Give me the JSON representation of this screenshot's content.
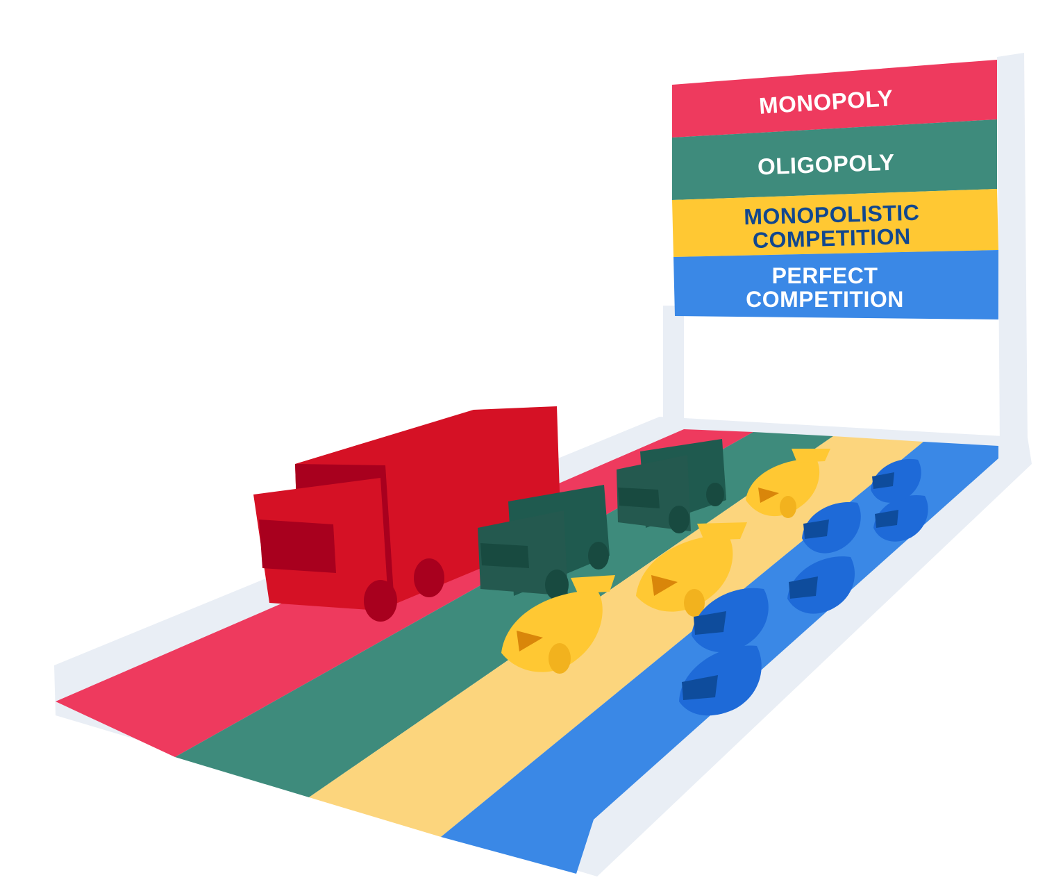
{
  "sign": {
    "rows": [
      {
        "line1": "MONOPOLY",
        "line2": "",
        "bg": "#EE3A5E",
        "fg": "#FFFFFF"
      },
      {
        "line1": "OLIGOPOLY",
        "line2": "",
        "bg": "#3E8B7C",
        "fg": "#FFFFFF"
      },
      {
        "line1": "MONOPOLISTIC",
        "line2": "COMPETITION",
        "bg": "#FFC833",
        "fg": "#11478F"
      },
      {
        "line1": "PERFECT",
        "line2": "COMPETITION",
        "bg": "#3A88E6",
        "fg": "#FFFFFF"
      }
    ]
  },
  "lanes": {
    "colors": [
      "#EE3A5E",
      "#3E8B7C",
      "#FCD57D",
      "#3A88E6"
    ]
  },
  "vehicles": {
    "truck_color": "#D51125",
    "small_truck_color": "#1F5A4F",
    "race_car_color": "#FFC833",
    "car_color": "#1E6AD8"
  }
}
